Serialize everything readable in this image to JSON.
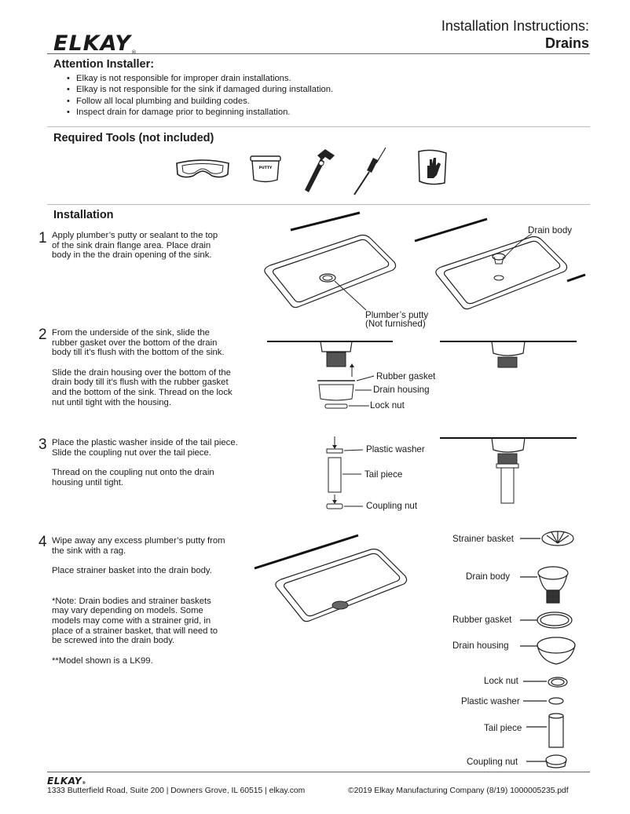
{
  "header": {
    "brand": "ELKAY",
    "reg": "®",
    "title_line1": "Installation Instructions:",
    "title_line2": "Drains"
  },
  "attention": {
    "heading": "Attention Installer:",
    "items": [
      "Elkay is not responsible for improper drain installations.",
      "Elkay is not responsible for the sink if damaged during installation.",
      "Follow all local plumbing and building codes.",
      "Inspect drain for damage prior to beginning installation."
    ]
  },
  "tools": {
    "heading": "Required Tools (not included)",
    "putty_label": "PUTTY",
    "icons": [
      "safety-goggles",
      "putty-tub",
      "pipe-wrench",
      "screwdriver",
      "rag"
    ]
  },
  "installation": {
    "heading": "Installation"
  },
  "steps": [
    {
      "num": "1",
      "text": [
        "Apply plumber’s putty or sealant to the top",
        "of the sink drain flange area.  Place drain",
        "body in the the drain opening of the sink."
      ]
    },
    {
      "num": "2",
      "text": [
        "From the underside of the sink, slide the",
        "rubber gasket over the bottom of the drain",
        "body till it’s flush with the bottom of the sink.",
        "",
        "Slide the drain housing over the bottom of the",
        "drain body till it’s flush with the rubber gasket",
        "and the bottom of the sink.  Thread on the lock",
        "nut until tight with the housing."
      ]
    },
    {
      "num": "3",
      "text": [
        "Place the plastic washer inside of the tail piece.",
        "Slide the coupling nut over the tail piece.",
        "",
        "Thread on the coupling nut onto the drain",
        "housing until tight."
      ]
    },
    {
      "num": "4",
      "text": [
        "Wipe away any excess plumber’s putty from",
        "the sink with a rag.",
        "",
        "Place strainer basket into the drain body.",
        "",
        "",
        "*Note: Drain bodies and strainer baskets",
        "may vary depending on models.  Some",
        "models may come with a strainer grid, in",
        "place of a strainer basket, that will need to",
        "be screwed into the drain body.",
        "",
        "**Model shown is a LK99."
      ]
    }
  ],
  "callouts": {
    "drain_body": "Drain body",
    "putty_l1": "Plumber’s putty",
    "putty_l2": "(Not furnished)",
    "rubber_gasket": "Rubber gasket",
    "drain_housing": "Drain housing",
    "lock_nut": "Lock nut",
    "plastic_washer": "Plastic washer",
    "tail_piece": "Tail piece",
    "coupling_nut": "Coupling nut",
    "strainer_basket": "Strainer basket"
  },
  "footer": {
    "brand": "ELKAY",
    "reg": "®",
    "address": "1333 Butterfield Road, Suite 200 | Downers Grove, IL 60515 | elkay.com",
    "copyright": "©2019 Elkay Manufacturing Company  (8/19) 1000005235.pdf"
  }
}
